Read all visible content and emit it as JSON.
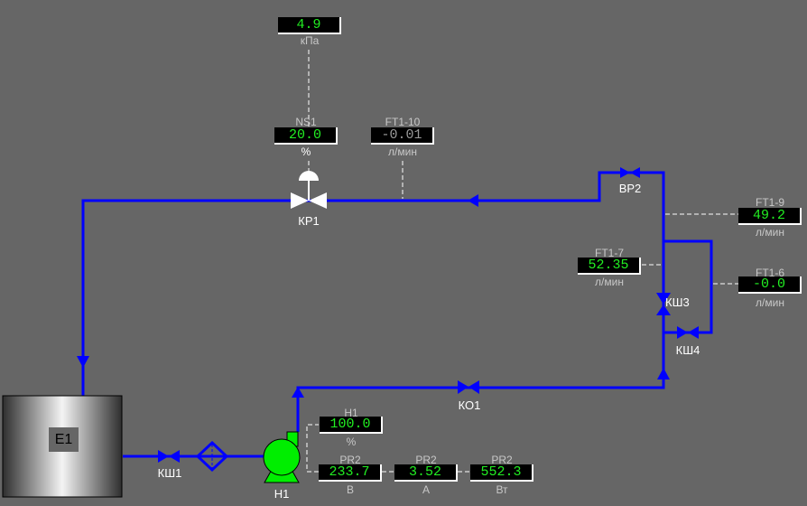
{
  "colors": {
    "pipe": "#0000ff",
    "background": "#666666",
    "value": "#22ee22",
    "pump": "#00ee00"
  },
  "tank": {
    "label": "E1"
  },
  "valves": {
    "kp1": "КР1",
    "vr2": "ВР2",
    "ksh1": "КШ1",
    "ksh3": "КШ3",
    "ksh4": "КШ4",
    "ko1": "КО1"
  },
  "pump": {
    "label": "Н1"
  },
  "sensors": {
    "pressure": {
      "value": "4.9",
      "unit": "кПа"
    },
    "ns1": {
      "tag": "NS1",
      "value": "20.0",
      "unit": "%"
    },
    "ft1_10": {
      "tag": "FT1-10",
      "value": "-0.01",
      "unit": "л/мин"
    },
    "ft1_9": {
      "tag": "FT1-9",
      "value": "49.2",
      "unit": "л/мин"
    },
    "ft1_7": {
      "tag": "FT1-7",
      "value": "52.35",
      "unit": "л/мин"
    },
    "ft1_6": {
      "tag": "FT1-6",
      "value": "-0.0",
      "unit": "л/мин"
    },
    "h1": {
      "tag": "Н1",
      "value": "100.0",
      "unit": "%"
    },
    "pr2_v": {
      "tag": "PR2",
      "value": "233.7",
      "unit": "В"
    },
    "pr2_a": {
      "tag": "PR2",
      "value": "3.52",
      "unit": "А"
    },
    "pr2_w": {
      "tag": "PR2",
      "value": "552.3",
      "unit": "Вт"
    }
  }
}
